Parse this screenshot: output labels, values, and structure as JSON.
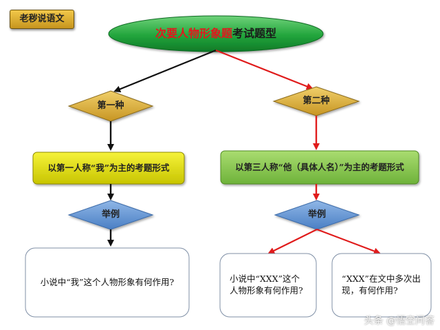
{
  "tag": "老秽说语文",
  "title": {
    "highlight": "次要人物形象题",
    "rest": "考试题型"
  },
  "left": {
    "diamond": "第一种",
    "box": "以第一人称“我”为主的考题形式",
    "example": "举例",
    "question": "小说中“我”这个人物形象有何作用?"
  },
  "right": {
    "diamond": "第二种",
    "box": "以第三人称“他（具体人名）”为主的考题形式",
    "example": "举例",
    "question_a": "小说中“XXX”这个人物形象有何作用?",
    "question_b": "“XXX”在文中多次出现，有何作用?"
  },
  "watermark": "头条 @悟空问答",
  "colors": {
    "ellipse": "#1fa13a",
    "diamond_gold": "#d4a82e",
    "diamond_blue": "#5b8fd0",
    "yellow_box": "#e0dc0b",
    "green_box": "#8cc94a",
    "arrow_red": "#e01b1b",
    "arrow_black": "#111111"
  }
}
